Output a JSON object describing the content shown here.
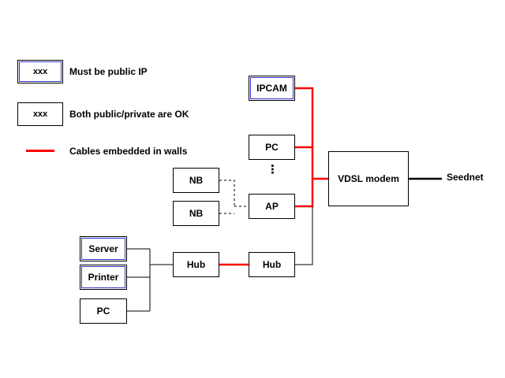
{
  "colors": {
    "cable_in_wall": "#ff0000",
    "normal_cable": "#000000",
    "wireless": "#000000",
    "public_border": "#3333cc",
    "background": "#ffffff"
  },
  "legend": {
    "public_sample": "xxx",
    "public_label": "Must be public IP",
    "any_sample": "xxx",
    "any_label": "Both public/private are OK",
    "cable_label": "Cables embedded in walls"
  },
  "nodes": {
    "ipcam": "IPCAM",
    "pc_top": "PC",
    "nb1": "NB",
    "nb2": "NB",
    "ap": "AP",
    "vdsl": "VDSL modem",
    "server": "Server",
    "printer": "Printer",
    "pc_bottom": "PC",
    "hub_left": "Hub",
    "hub_right": "Hub"
  },
  "labels": {
    "isp": "Seednet",
    "ellipsis": "⋮"
  }
}
